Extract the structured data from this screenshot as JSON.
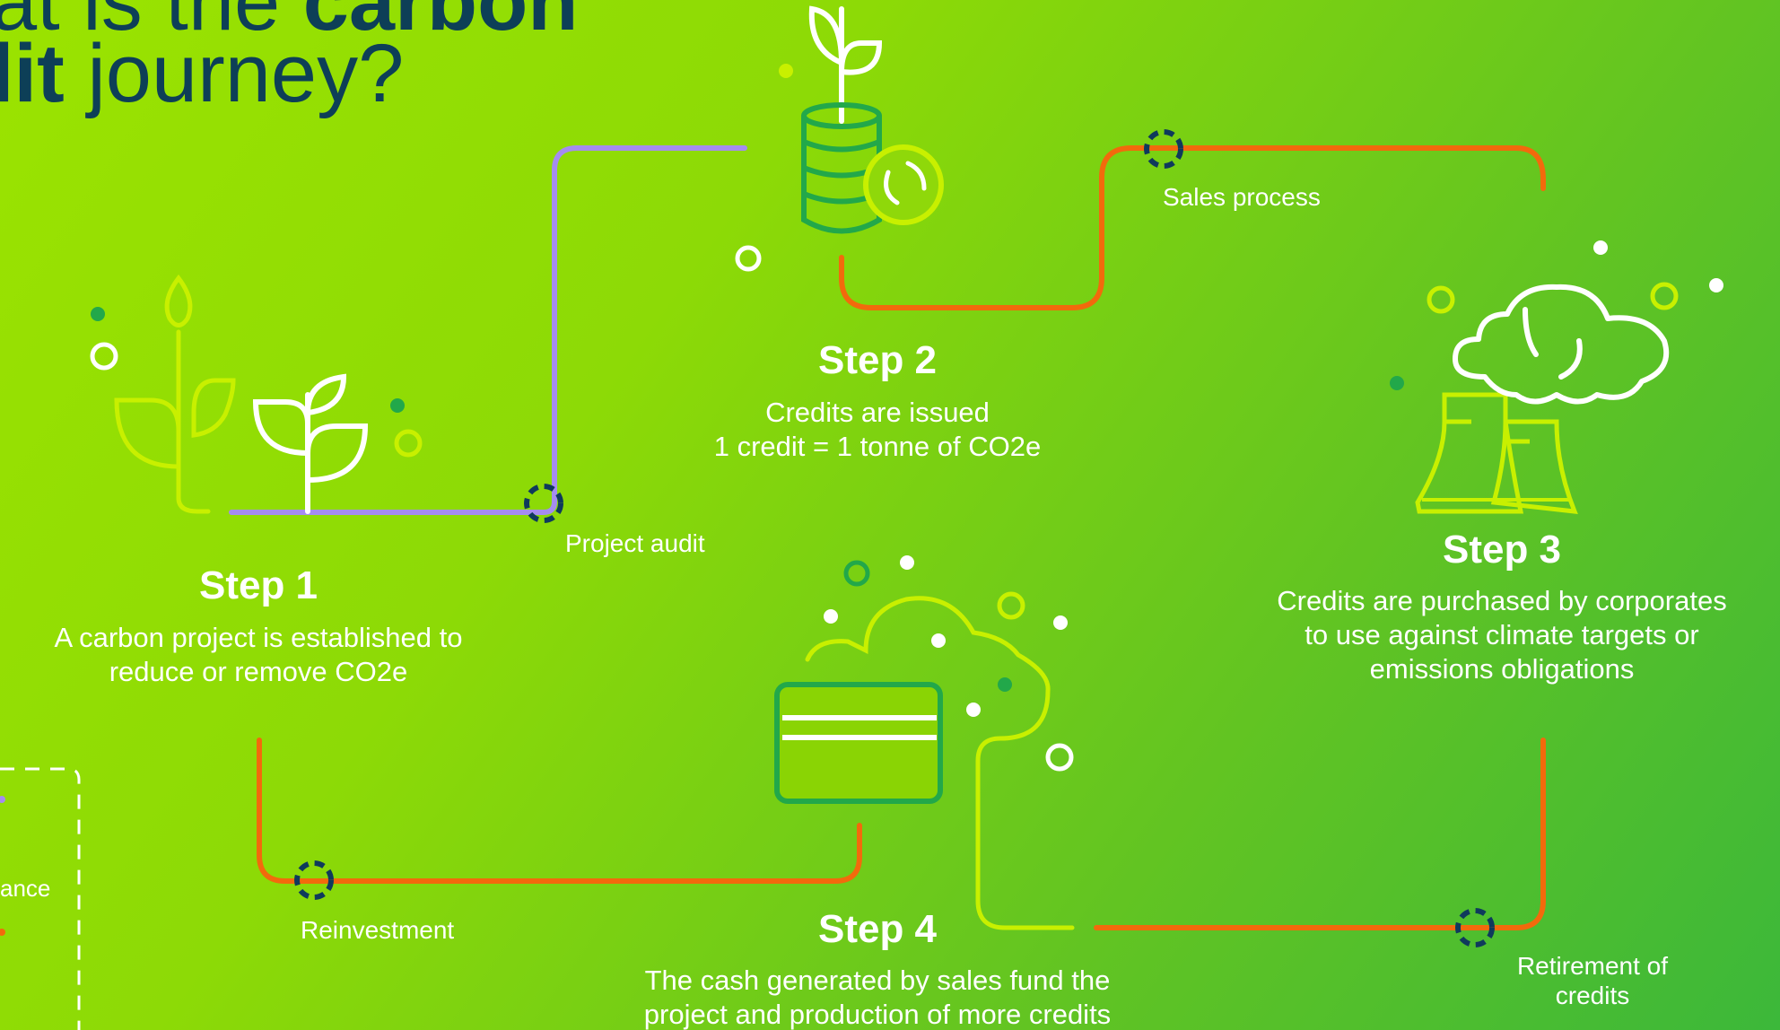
{
  "heading": {
    "line1_light": "at is the ",
    "line1_bold": "carbon",
    "line2_bold": "lit",
    "line2_light": " journey?"
  },
  "steps": [
    {
      "title": "Step 1",
      "lines": [
        "A carbon project is established to",
        "reduce or remove CO2e"
      ]
    },
    {
      "title": "Step 2",
      "lines": [
        "Credits are issued",
        "1 credit = 1 tonne of CO2e"
      ]
    },
    {
      "title": "Step 3",
      "lines": [
        "Credits are purchased by corporates",
        "to use against climate targets or",
        "emissions obligations"
      ]
    },
    {
      "title": "Step 4",
      "lines": [
        "The cash generated by sales fund the",
        "project and production of more credits"
      ]
    }
  ],
  "connectors": {
    "project_audit": "Project audit",
    "sales_process": "Sales process",
    "reinvestment": "Reinvestment",
    "retirement": [
      "Retirement of",
      "credits"
    ]
  },
  "legend": {
    "partial_text": "ance"
  },
  "colors": {
    "background_start": "#9be300",
    "background_end": "#3cb83a",
    "heading_navy": "#0d3f57",
    "audit_purple": "#a58cf0",
    "flow_orange": "#f26a0c",
    "lime_line": "#c8f000",
    "dark_green": "#22a84a",
    "white": "#ffffff",
    "marker_navy": "#0f3a5c"
  },
  "icons": {
    "step1": "plant-sprout-icon",
    "step2": "coin-stack-sprout-icon",
    "step3": "factory-cloud-icon",
    "step4": "credit-card-cloud-icon"
  }
}
